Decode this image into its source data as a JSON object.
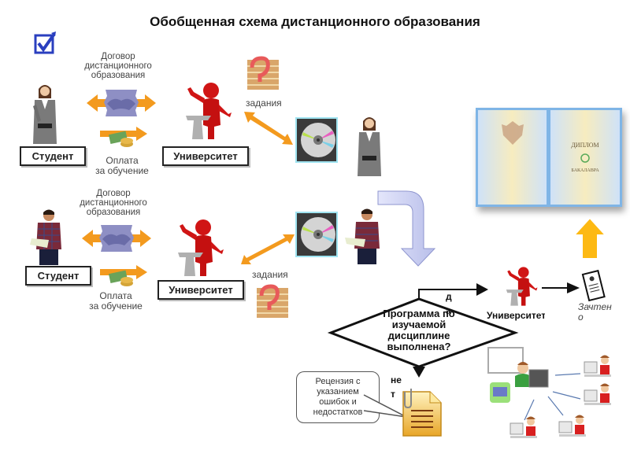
{
  "title": "Обобщенная схема дистанционного образования",
  "row1": {
    "student_label": "Студент",
    "university_label": "Университет",
    "contract_caption": "Договор\nдистанционного\nобразования",
    "payment_caption": "Оплата\nза обучение",
    "tasks_caption": "задания"
  },
  "row2": {
    "student_label": "Студент",
    "university_label": "Университет",
    "contract_caption": "Договор\nдистанционного\nобразования",
    "payment_caption": "Оплата\nза обучение",
    "tasks_caption": "задания"
  },
  "flowchart": {
    "decision_text": "Программа по\nизучаемой\nдисциплине\nвыполнена?",
    "yes_label": "да",
    "no_label": "нет",
    "university_label": "Университет",
    "credit_label": "Зачтено",
    "review_callout": "Рецензия с\nуказанием\nошибок и\nнедостатков"
  },
  "diploma": {
    "title_text": "ДИПЛОМ",
    "degree_text": "БАКАЛАВРА"
  },
  "colors": {
    "orange_arrow": "#f39a1e",
    "blue_arrow": "#c9cdf0",
    "gold_arrow": "#fdb913",
    "red_figure": "#d01515"
  }
}
